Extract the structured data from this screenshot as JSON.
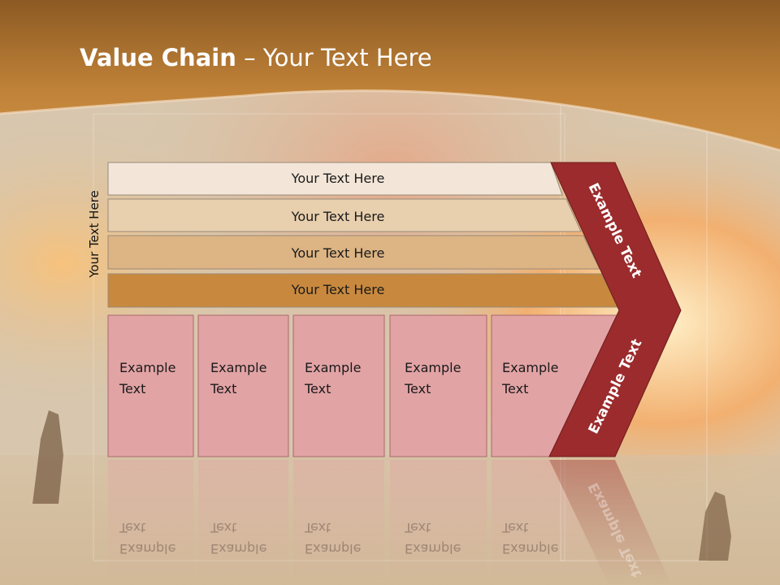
{
  "slide": {
    "title_bold": "Value Chain",
    "title_rest": " – Your Text Here",
    "side_label": "Your Text Here"
  },
  "bars": [
    {
      "label": "Your Text Here",
      "color": "#f3e6d8"
    },
    {
      "label": "Your Text Here",
      "color": "#e8cfae"
    },
    {
      "label": "Your Text Here",
      "color": "#ddb484"
    },
    {
      "label": "Your Text Here",
      "color": "#c8893e"
    }
  ],
  "boxes": [
    {
      "line1": "Example",
      "line2": "Text"
    },
    {
      "line1": "Example",
      "line2": "Text"
    },
    {
      "line1": "Example",
      "line2": "Text"
    },
    {
      "line1": "Example",
      "line2": "Text"
    },
    {
      "line1": "Example",
      "line2": "Text"
    }
  ],
  "arrow": {
    "upper_label": "Example Text",
    "lower_label": "Example Text",
    "color": "#9b2b2c"
  },
  "colors": {
    "header": "#b8782e",
    "box_fill": "#e2a3a5",
    "box_stroke": "#a9686b"
  }
}
